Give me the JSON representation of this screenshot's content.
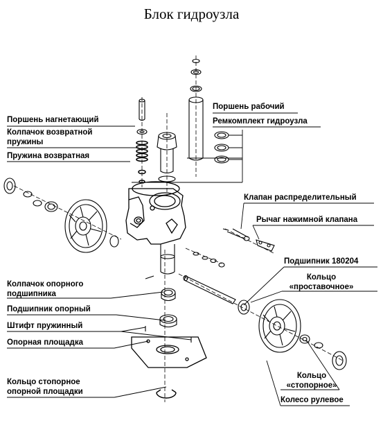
{
  "title": "Блок гидроузла",
  "labels": {
    "piston_pump": "Поршень нагнетающий",
    "return_spring_cap_1": "Колпачок возвратной",
    "return_spring_cap_2": "пружины",
    "return_spring": "Пружина возвратная",
    "piston_working": "Поршень рабочий",
    "repair_kit": "Ремкомплект гидроузла",
    "distribution_valve": "Клапан распределительный",
    "valve_lever": "Рычаг нажимной клапана",
    "bearing_180204": "Подшипник 180204",
    "spacer_ring_1": "Кольцо",
    "spacer_ring_2": "«проставочное»",
    "support_bearing_cap_1": "Колпачок опорного",
    "support_bearing_cap_2": "подшипника",
    "support_bearing": "Подшипник опорный",
    "spring_pin": "Штифт пружинный",
    "support_plate": "Опорная площадка",
    "retaining_ring_1": "Кольцо",
    "retaining_ring_2": "«стопорное»",
    "plate_retaining_ring_1": "Кольцо стопорное",
    "plate_retaining_ring_2": "опорной площадки",
    "steering_wheel": "Колесо рулевое"
  }
}
